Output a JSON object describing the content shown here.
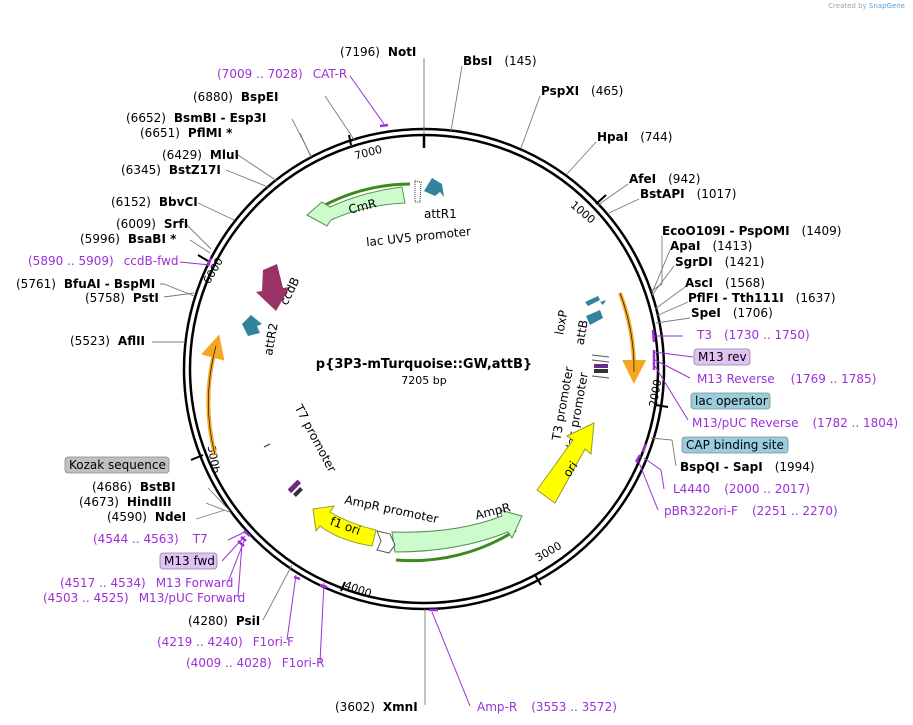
{
  "credit": {
    "prefix": "Created by",
    "brand": "SnapGene"
  },
  "plasmid": {
    "name": "p{3P3-mTurquoise::GW,attB}",
    "size_label": "7205 bp"
  },
  "ticks": [
    "1000",
    "2000",
    "3000",
    "4000",
    "500b",
    "6000",
    "7000"
  ],
  "enzymes": {
    "notI": {
      "pos": "(7196)",
      "name": "NotI"
    },
    "bbsI": {
      "name": "BbsI",
      "pos": "(145)"
    },
    "pspXI": {
      "name": "PspXI",
      "pos": "(465)"
    },
    "hpaI": {
      "name": "HpaI",
      "pos": "(744)"
    },
    "afeI": {
      "name": "AfeI",
      "pos": "(942)"
    },
    "bstAPI": {
      "name": "BstAPI",
      "pos": "(1017)"
    },
    "eco": {
      "name": "EcoO109I  - PspOMI",
      "pos": "(1409)"
    },
    "apaI": {
      "name": "ApaI",
      "pos": "(1413)"
    },
    "sgrDI": {
      "name": "SgrDI",
      "pos": "(1421)"
    },
    "ascI": {
      "name": "AscI",
      "pos": "(1568)"
    },
    "pflFI": {
      "name": "PflFI  - Tth111I",
      "pos": "(1637)"
    },
    "speI": {
      "name": "SpeI",
      "pos": "(1706)"
    },
    "bspQI": {
      "name": "BspQI  - SapI",
      "pos": "(1994)"
    },
    "bspEI": {
      "pos": "(6880)",
      "name": "BspEI"
    },
    "bsmBI": {
      "pos": "(6652)",
      "name": "BsmBI  - Esp3I"
    },
    "pflMI": {
      "pos": "(6651)",
      "name": "PflMI *"
    },
    "mluI": {
      "pos": "(6429)",
      "name": "MluI"
    },
    "bstZ17I": {
      "pos": "(6345)",
      "name": "BstZ17I"
    },
    "bbvCI": {
      "pos": "(6152)",
      "name": "BbvCI"
    },
    "srfI": {
      "pos": "(6009)",
      "name": "SrfI"
    },
    "bsaBI": {
      "pos": "(5996)",
      "name": "BsaBI *"
    },
    "bfuAI": {
      "pos": "(5761)",
      "name": "BfuAI  - BspMI"
    },
    "pstI": {
      "pos": "(5758)",
      "name": "PstI"
    },
    "aflII": {
      "pos": "(5523)",
      "name": "AflII"
    },
    "bstBI": {
      "pos": "(4686)",
      "name": "BstBI"
    },
    "hindIII": {
      "pos": "(4673)",
      "name": "HindIII"
    },
    "ndeI": {
      "pos": "(4590)",
      "name": "NdeI"
    },
    "psiI": {
      "pos": "(4280)",
      "name": "PsiI"
    },
    "xmnI": {
      "pos": "(3602)",
      "name": "XmnI"
    }
  },
  "primers": {
    "catR": {
      "range": "(7009 .. 7028)",
      "name": "CAT-R"
    },
    "ccdBfwd": {
      "range": "(5890 .. 5909)",
      "name": "ccdB-fwd"
    },
    "t3": {
      "name": "T3",
      "range": "(1730 .. 1750)"
    },
    "m13rev": {
      "name": "M13 rev"
    },
    "m13Reverse": {
      "name": "M13 Reverse",
      "range": "(1769 .. 1785)"
    },
    "m13pucRev": {
      "name": "M13/pUC Reverse",
      "range": "(1782 .. 1804)"
    },
    "l4440": {
      "name": "L4440",
      "range": "(2000 .. 2017)"
    },
    "pbr322": {
      "name": "pBR322ori-F",
      "range": "(2251 .. 2270)"
    },
    "t7": {
      "range": "(4544 .. 4563)",
      "name": "T7"
    },
    "m13fwd": {
      "name": "M13 fwd"
    },
    "m13Forward": {
      "range": "(4517 .. 4534)",
      "name": "M13 Forward"
    },
    "m13pucFwd": {
      "range": "(4503 .. 4525)",
      "name": "M13/pUC Forward"
    },
    "f1oriF": {
      "range": "(4219 .. 4240)",
      "name": "F1ori-F"
    },
    "f1oriR": {
      "range": "(4009 .. 4028)",
      "name": "F1ori-R"
    },
    "ampR": {
      "name": "Amp-R",
      "range": "(3553 .. 3572)"
    }
  },
  "boxes": {
    "lacOperator": "lac operator",
    "capSite": "CAP binding site",
    "kozak": "Kozak sequence"
  },
  "features": {
    "cmR": "CmR",
    "attR1": "attR1",
    "lacUV5": "lac UV5 promoter",
    "ccdB": "ccdB",
    "attR2": "attR2",
    "loxP": "loxP",
    "attB": "attB",
    "t3promoter": "T3 promoter",
    "lacPromoter": "lac promoter",
    "ori": "ori",
    "ampRfeat": "AmpR",
    "ampRpromoter": "AmpR promoter",
    "f1ori": "f1 ori",
    "t7promoter": "T7 promoter"
  },
  "colors": {
    "primer": "#9b30d8",
    "cmR": "#ccfccc",
    "ampR": "#ccfccc",
    "f1ori": "#ffff00",
    "ori": "#ffff00",
    "ccdB": "#993366",
    "attSites": "#31849b",
    "orange": "#f5a623",
    "green": "#3c8a1e",
    "lacOperatorBox": "#99ccdd",
    "kozakBox": "#c0c0c0",
    "m13Box": "#e1c2f5"
  }
}
